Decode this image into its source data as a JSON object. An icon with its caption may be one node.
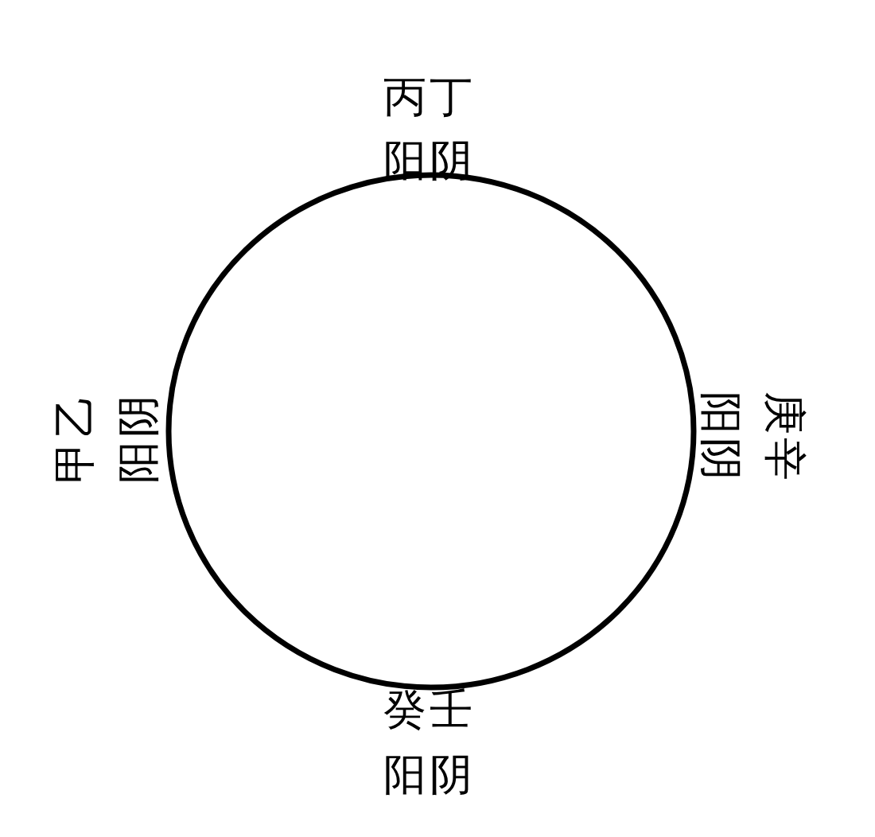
{
  "diagram": {
    "nodes": [
      {
        "text": [],
        "shape": "circle"
      }
    ],
    "edges": [],
    "labels": [
      "丙丁",
      "阳阴",
      "庚辛",
      "阳阴",
      "癸壬",
      "阳阴",
      "甲乙",
      "阳阴"
    ]
  }
}
